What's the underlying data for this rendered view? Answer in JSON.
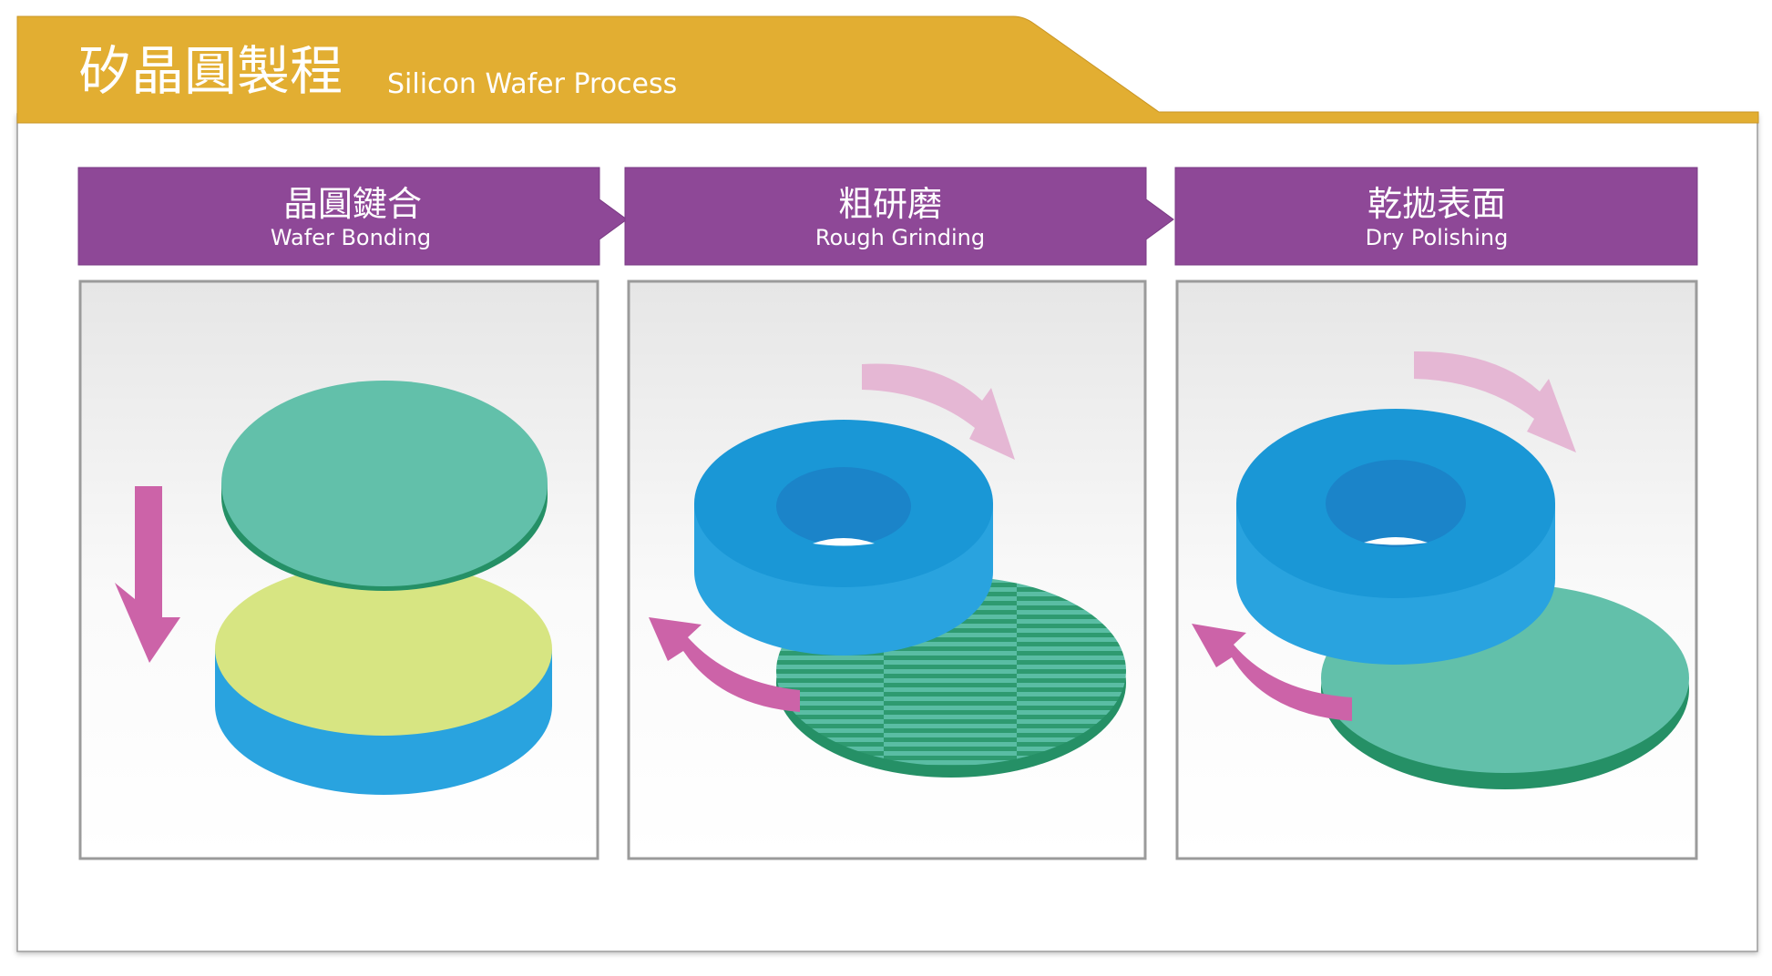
{
  "header": {
    "title_zh": "矽晶圓製程",
    "title_en": "Silicon Wafer Process"
  },
  "steps": [
    {
      "title_zh": "晶圓鍵合",
      "title_en": "Wafer Bonding"
    },
    {
      "title_zh": "粗研磨",
      "title_en": "Rough Grinding"
    },
    {
      "title_zh": "乾拋表面",
      "title_en": "Dry Polishing"
    }
  ],
  "colors": {
    "header_bar": "#E2AE32",
    "step_banner": "#8E4897",
    "wafer_teal": "#62C0AA",
    "wafer_teal_edge": "#259066",
    "wafer_yellow": "#D7E582",
    "wafer_blue_side": "#29A3DF",
    "grinder_top": "#1A97D6",
    "grinder_hole": "#1B84C9",
    "arrow_pink": "#CC63A8",
    "arrow_light_pink": "#E5B7D4"
  },
  "icons": {
    "down_arrow": "down-arrow-icon",
    "rotate_arrow": "rotation-arrow-icon"
  }
}
